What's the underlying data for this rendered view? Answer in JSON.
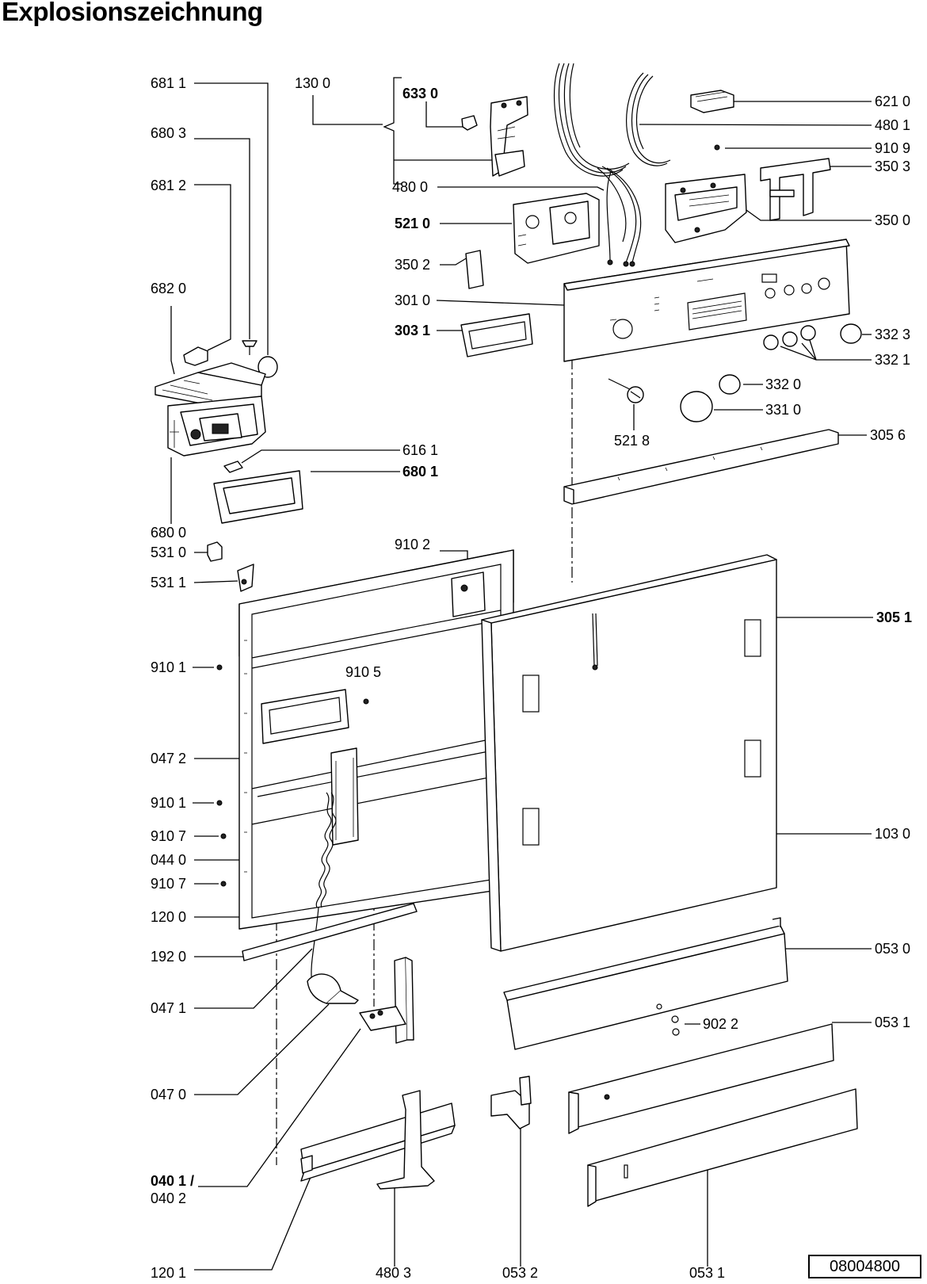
{
  "title": "Explosionszeichnung",
  "document_number": "08004800",
  "part_labels": [
    "681 1",
    "130 0",
    "633 0",
    "621 0",
    "480 1",
    "680 3",
    "910 9",
    "350 3",
    "681 2",
    "480 0",
    "521 0",
    "350 0",
    "350 2",
    "682 0",
    "301 0",
    "303 1",
    "332 3",
    "332 1",
    "332 0",
    "331 0",
    "521 8",
    "305 6",
    "616 1",
    "680 1",
    "680 0",
    "531 0",
    "910 2",
    "531 1",
    "305 1",
    "910 1",
    "910 5",
    "047 2",
    "910 1",
    "910 7",
    "103 0",
    "044 0",
    "910 7",
    "120 0",
    "192 0",
    "053 0",
    "047 1",
    "902 2",
    "053 1",
    "047 0",
    "040 1 /",
    "040 2",
    "120 1",
    "480 3",
    "053 2",
    "053 1"
  ]
}
